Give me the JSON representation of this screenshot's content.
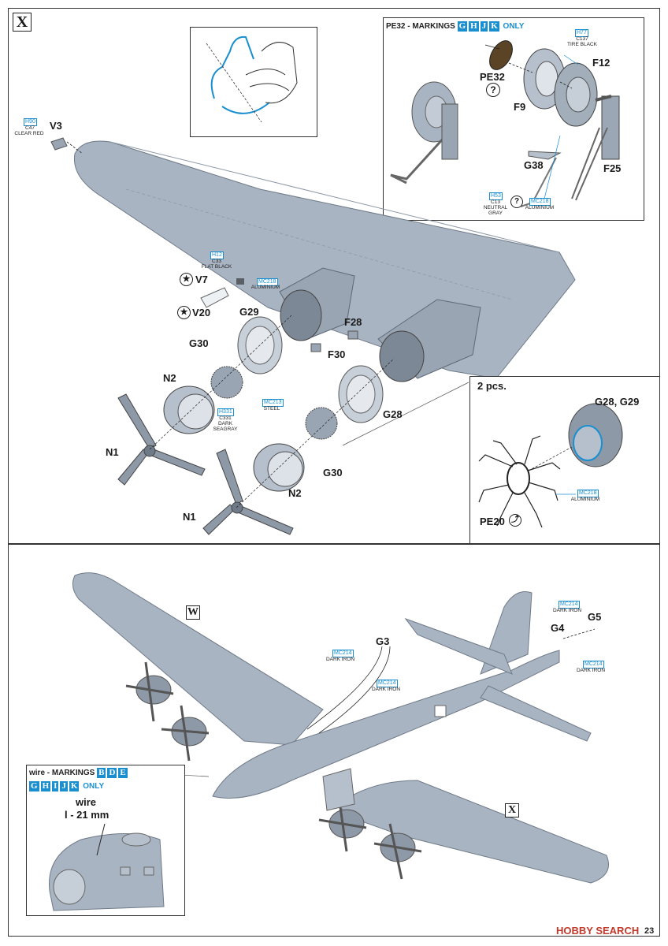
{
  "step_x": {
    "step_label": "X",
    "inset_wheel": {
      "marking_prefix": "PE32 - MARKINGS",
      "markings": [
        "G",
        "H",
        "J",
        "K"
      ],
      "marking_suffix": "ONLY",
      "parts": {
        "pe32": "PE32",
        "f12": "F12",
        "f9": "F9",
        "g38": "G38",
        "f25": "F25"
      },
      "codes": {
        "h77": {
          "code": "H77",
          "color": "C137",
          "name": "TIRE BLACK"
        },
        "h53": {
          "code": "H53",
          "color": "C13",
          "name": "NEUTRAL GRAY"
        },
        "mc218": {
          "code": "MC218",
          "name": "ALUMINIUM"
        }
      }
    },
    "wing": {
      "parts": {
        "v3": "V3",
        "v7": "V7",
        "v20": "V20",
        "g29": "G29",
        "g30a": "G30",
        "n2a": "N2",
        "n1a": "N1",
        "f28": "F28",
        "f30": "F30",
        "g28": "G28",
        "g30b": "G30",
        "n2b": "N2",
        "n1b": "N1"
      },
      "codes": {
        "h90": {
          "code": "H90",
          "color": "C47",
          "name": "CLEAR RED"
        },
        "h12": {
          "code": "H12",
          "color": "C33",
          "name": "FLAT BLACK"
        },
        "mc218": {
          "code": "MC218",
          "name": "ALUMINIUM"
        },
        "mc213": {
          "code": "MC213",
          "name": "STEEL"
        },
        "h331": {
          "code": "H331",
          "color": "C331",
          "name": "DARK SEAGRAY"
        }
      }
    },
    "inset_engine": {
      "qty": "2 pcs.",
      "parts": {
        "g28_g29": "G28, G29",
        "pe20": "PE20"
      },
      "codes": {
        "mc218": {
          "code": "MC218",
          "name": "ALUMINIUM"
        }
      }
    }
  },
  "step_w_section": {
    "step_w": "W",
    "step_x": "X",
    "parts": {
      "g3": "G3",
      "g4": "G4",
      "g5": "G5"
    },
    "codes": {
      "mc214_a": {
        "code": "MC214",
        "name": "DARK IRON"
      },
      "mc214_b": {
        "code": "MC214",
        "name": "DARK IRON"
      },
      "mc214_c": {
        "code": "MC214",
        "name": "DARK IRON"
      },
      "mc214_d": {
        "code": "MC214",
        "name": "DARK IRON"
      }
    },
    "wire_inset": {
      "marking_prefix": "wire - MARKINGS",
      "markings_row1": [
        "B",
        "D",
        "E"
      ],
      "markings_row2": [
        "G",
        "H",
        "I",
        "J",
        "K"
      ],
      "marking_suffix": "ONLY",
      "wire_label": "wire",
      "wire_length": "l - 21 mm"
    }
  },
  "footer": {
    "brand": "HOBBY SEARCH",
    "page": "23"
  },
  "colors": {
    "accent": "#1a8fd0",
    "model": "#a9b4c2",
    "model_dark": "#7d8896"
  }
}
